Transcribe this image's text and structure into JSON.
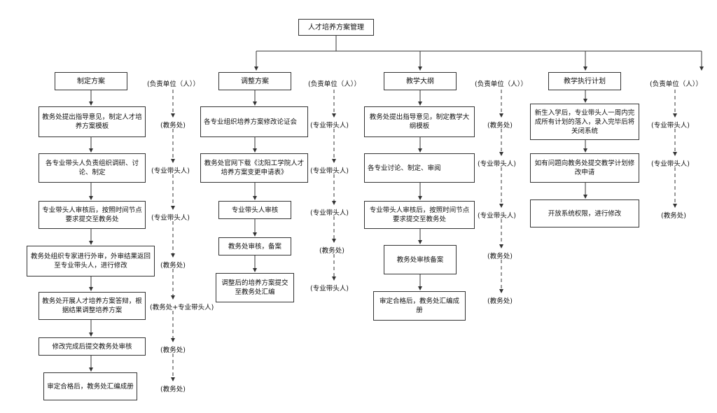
{
  "title": "人才培养方案管理",
  "resp_header": "(负责单位（人））",
  "columns": [
    {
      "header": "制定方案",
      "steps": [
        "教务处提出指导意见，制定人才培养方案模板",
        "各专业带头人负责组织调研、讨论、制定",
        "专业带头人审核后，按照时间节点要求提交至教务处",
        "教务处组织专家进行外审，外审结果返回至专业带头人，进行修改",
        "教务处开展人才培养方案答辩，根据结果调整培养方案",
        "修改完成后提交教务处审核",
        "审定合格后，教务处汇编成册"
      ],
      "resp": [
        "(教务处)",
        "(专业带头人)",
        "(专业带头人)",
        "(教务处)",
        "(教务处+专业带头人)",
        "(教务处)",
        "(教务处)"
      ]
    },
    {
      "header": "调整方案",
      "steps": [
        "各专业组织培养方案修改论证会",
        "教务处官网下载《沈阳工学院人才培养方案变更申请表》",
        "专业带头人审核",
        "教务处审核，备案",
        "调整后的培养方案提交至教务处汇编"
      ],
      "resp": [
        "(专业带头人)",
        "(专业带头人)",
        "(专业带头人)",
        "(教务处)",
        "(专业带头人)"
      ]
    },
    {
      "header": "教学大纲",
      "steps": [
        "教务处提出指导意见，制定教学大纲模板",
        "各专业讨论、制定、审阅",
        "专业带头人审核后，按照时间节点要求提交至教务处",
        "教务处审核备案",
        "审定合格后，教务处汇编成册"
      ],
      "resp": [
        "(教务处)",
        "(专业带头人)",
        "(专业带头人)",
        "(教务处)",
        "(教务处)"
      ]
    },
    {
      "header": "教学执行计划",
      "steps": [
        "新生入学后，专业带头人一周内完成所有计划的落入，录入完毕后将关闭系统",
        "如有问题向教务处提交教学计划修改申请",
        "开放系统权限，进行修改"
      ],
      "resp": [
        "(专业带头人)",
        "(专业带头人)",
        "(教务处)"
      ]
    }
  ]
}
